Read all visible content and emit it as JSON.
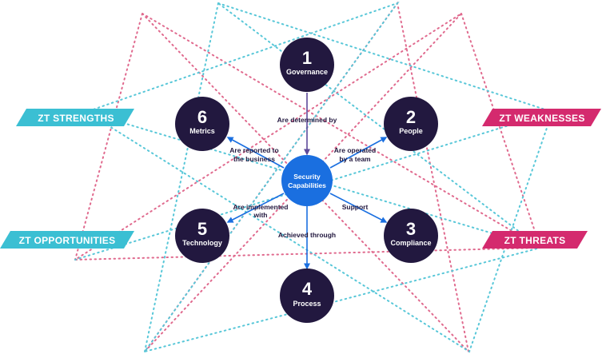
{
  "colors": {
    "node": "#22183f",
    "center": "#1a6fe0",
    "strength_tag": "#3bbfd3",
    "weakness_tag": "#d42a6e",
    "pink_dots": "#e06a8e",
    "blue_dots": "#58c7d8"
  },
  "center": {
    "label_line1": "Security",
    "label_line2": "Capabilities"
  },
  "nodes": [
    {
      "number": "1",
      "label": "Governance"
    },
    {
      "number": "2",
      "label": "People"
    },
    {
      "number": "3",
      "label": "Compliance"
    },
    {
      "number": "4",
      "label": "Process"
    },
    {
      "number": "5",
      "label": "Technology"
    },
    {
      "number": "6",
      "label": "Metrics"
    }
  ],
  "edges": [
    {
      "line1": "Are determined by",
      "line2": ""
    },
    {
      "line1": "Are operated",
      "line2": "by a team"
    },
    {
      "line1": "Support",
      "line2": ""
    },
    {
      "line1": "Achieved through",
      "line2": ""
    },
    {
      "line1": "Are implemented",
      "line2": "with"
    },
    {
      "line1": "Are reported to",
      "line2": "the business"
    }
  ],
  "tags": {
    "strengths": "ZT STRENGTHS",
    "weaknesses": "ZT WEAKNESSES",
    "opportunities": "ZT OPPORTUNITIES",
    "threats": "ZT THREATS"
  }
}
